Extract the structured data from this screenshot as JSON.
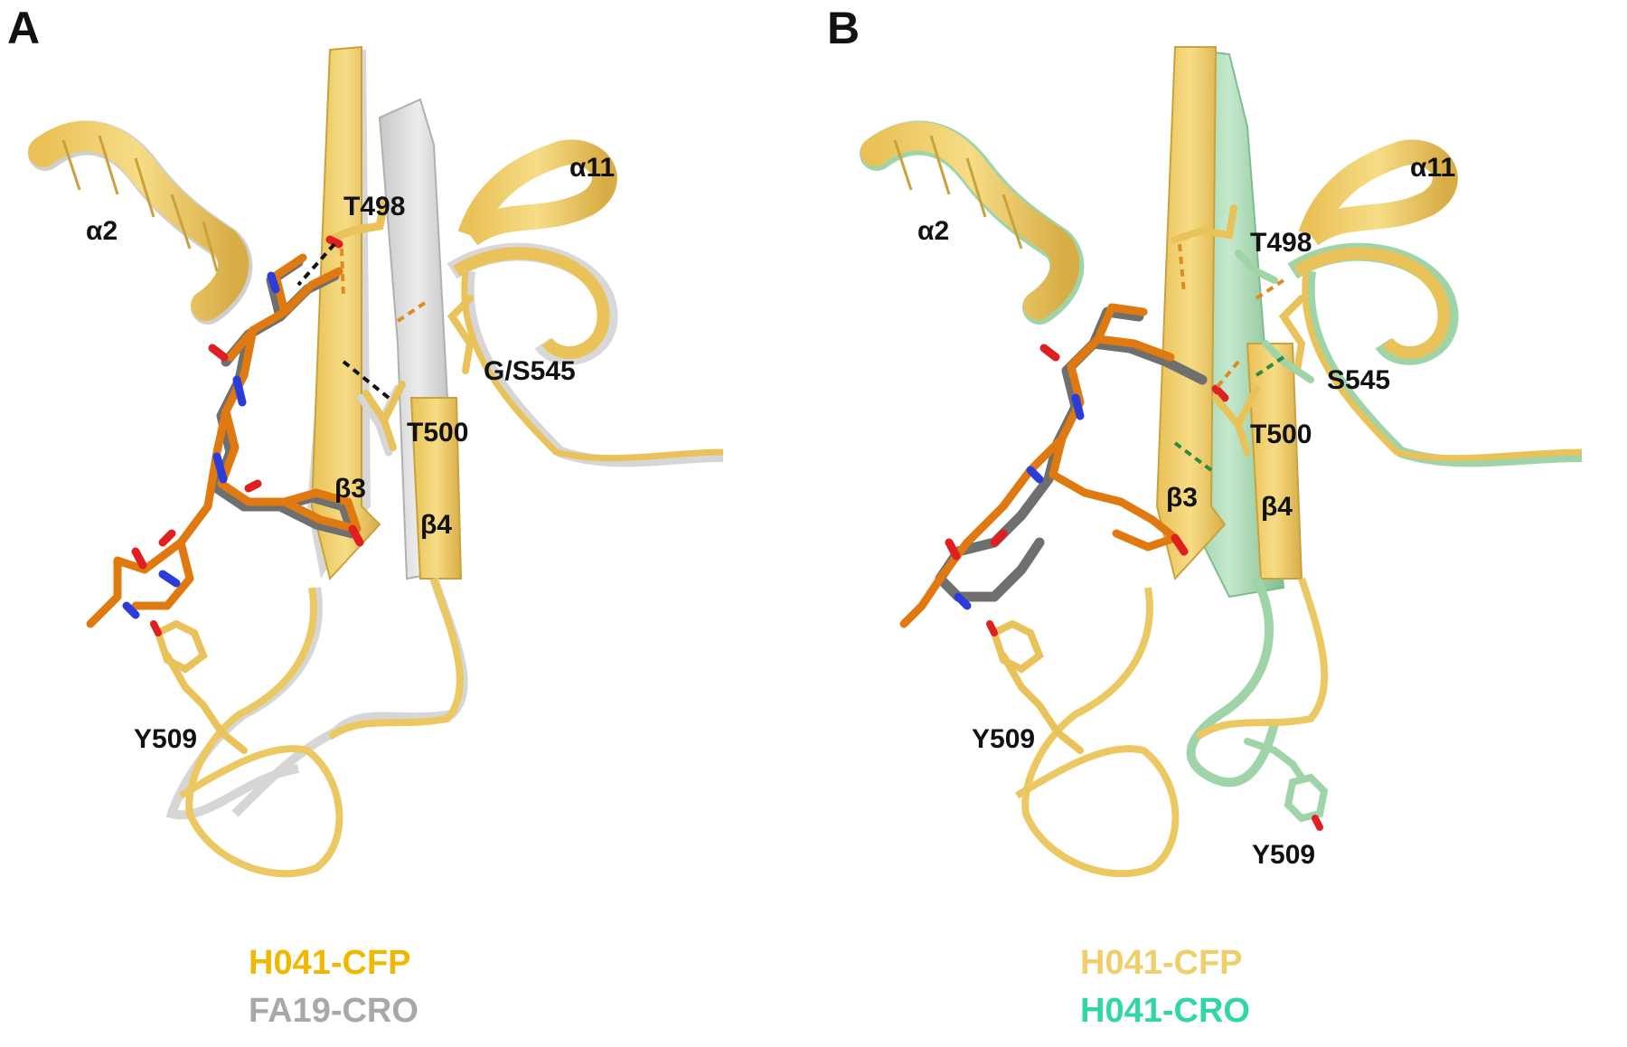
{
  "colors": {
    "cfp_ribbon": "#f0cf6a",
    "cfp_ribbon_dark": "#c9a23c",
    "fa19_ribbon": "#d4d4d4",
    "cro_green": "#9fd4a8",
    "ligand_orange": "#e07a10",
    "ligand_grey": "#6f6f6f",
    "nitrogen": "#2b3cd8",
    "oxygen": "#e02020",
    "legend_cfp": "#f0b800",
    "legend_fa19": "#a8a8a8",
    "legend_cro": "#2fd6a8"
  },
  "panel_a": {
    "letter": "A",
    "labels": {
      "a2": "α2",
      "a11": "α11",
      "t498": "T498",
      "gs545": "G/S545",
      "t500": "T500",
      "b3": "β3",
      "b4": "β4",
      "y509": "Y509"
    },
    "legend": [
      "H041-CFP",
      "FA19-CRO"
    ]
  },
  "panel_b": {
    "letter": "B",
    "labels": {
      "a2": "α2",
      "a11": "α11",
      "t498": "T498",
      "s545": "S545",
      "t500": "T500",
      "b3": "β3",
      "b4": "β4",
      "y509_left": "Y509",
      "y509_right": "Y509"
    },
    "legend": [
      "H041-CFP",
      "H041-CRO"
    ]
  }
}
